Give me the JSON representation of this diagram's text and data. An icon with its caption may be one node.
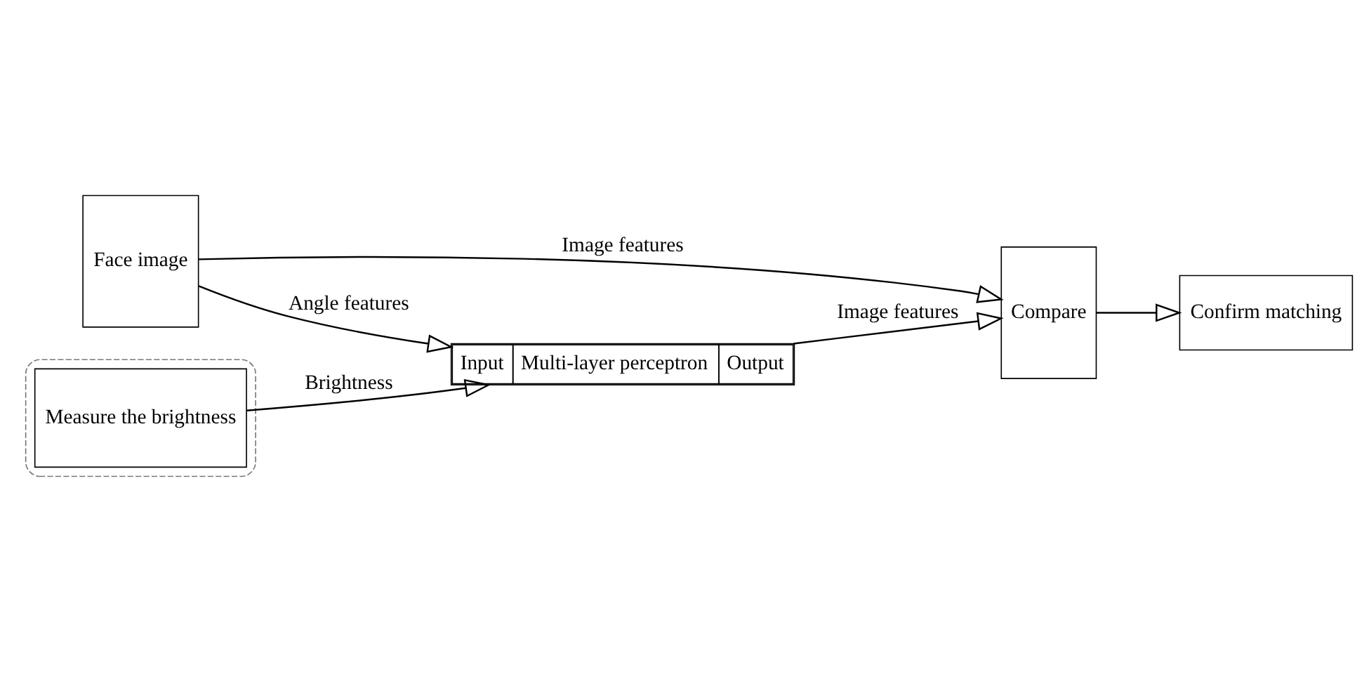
{
  "diagram": {
    "nodes": [
      {
        "text": [
          "Face image"
        ]
      },
      {
        "text": [],
        "shape": "box"
      },
      {
        "text": [
          "Measure the brightness"
        ],
        "in": 1
      },
      {
        "text": [
          "Input",
          "Multi-layer perceptron",
          "Output"
        ]
      },
      {
        "text": [
          "Compare"
        ]
      },
      {
        "text": [
          "Confirm matching"
        ]
      }
    ],
    "edges": [
      {
        "from": 0,
        "to": 4,
        "arrow": "to",
        "label": "Image features"
      },
      {
        "from": 0,
        "to": 3,
        "arrow": "to",
        "label": "Angle features"
      },
      {
        "from": 2,
        "to": 3,
        "arrow": "to",
        "label": "Brightness"
      },
      {
        "from": 3,
        "to": 4,
        "arrow": "to",
        "label": "Image features"
      },
      {
        "from": 4,
        "to": 5,
        "arrow": "to"
      }
    ]
  }
}
